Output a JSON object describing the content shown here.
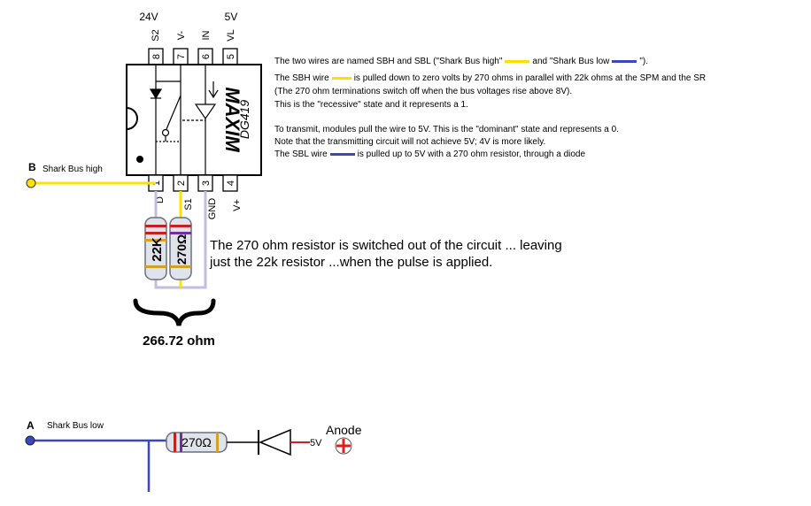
{
  "colors": {
    "yellow_wire": "#ffe000",
    "blue_wire": "#3c46c0",
    "lavender_wire": "#c4bddf",
    "resistor_body": "#dfe3ea",
    "diode_plus": "#e02020"
  },
  "chip": {
    "brand": "MAXIM",
    "part": "DG419",
    "top_voltage_left": "24V",
    "top_voltage_right": "5V",
    "top_pins": [
      {
        "name": "S2",
        "num": "8"
      },
      {
        "name": "V-",
        "num": "7"
      },
      {
        "name": "IN",
        "num": "6"
      },
      {
        "name": "VL",
        "num": "5"
      }
    ],
    "bottom_pins": [
      {
        "name": "D",
        "num": "1"
      },
      {
        "name": "S1",
        "num": "2"
      },
      {
        "name": "GND",
        "num": "3"
      },
      {
        "name": "V+",
        "num": "4"
      }
    ]
  },
  "bus_high": {
    "letter": "B",
    "label": "Shark Bus high"
  },
  "bus_low": {
    "letter": "A",
    "label": "Shark Bus low"
  },
  "resistors": {
    "r22k": "22K",
    "r270": "270Ω",
    "r270_low": "270Ω"
  },
  "brace_label": "266.72 ohm",
  "diode": {
    "anode_label": "Anode",
    "voltage": "5V"
  },
  "notes": {
    "line1a": "The two wires are named SBH and SBL (\"Shark Bus high\"",
    "line1b": "and \"Shark Bus low",
    "line1c": "\").",
    "line2a": "The SBH wire",
    "line2b": "is pulled down to zero volts by 270 ohms in parallel with 22k ohms at the SPM and the SR",
    "line3": "(The 270 ohm terminations switch off when the bus voltages rise above 8V).",
    "line4": "This is the \"recessive\" state and it represents a 1.",
    "line5": "To transmit, modules pull the wire to 5V. This is the \"dominant\" state and represents a 0.",
    "line6": "Note that the transmitting circuit will not achieve 5V; 4V is more likely.",
    "line7a": "The SBL wire",
    "line7b": "is pulled up to 5V with a 270 ohm resistor, through a diode"
  },
  "big_note": {
    "line1": "The 270 ohm resistor is switched out of the circuit ... leaving",
    "line2": "just the 22k resistor ...when the pulse is applied."
  }
}
